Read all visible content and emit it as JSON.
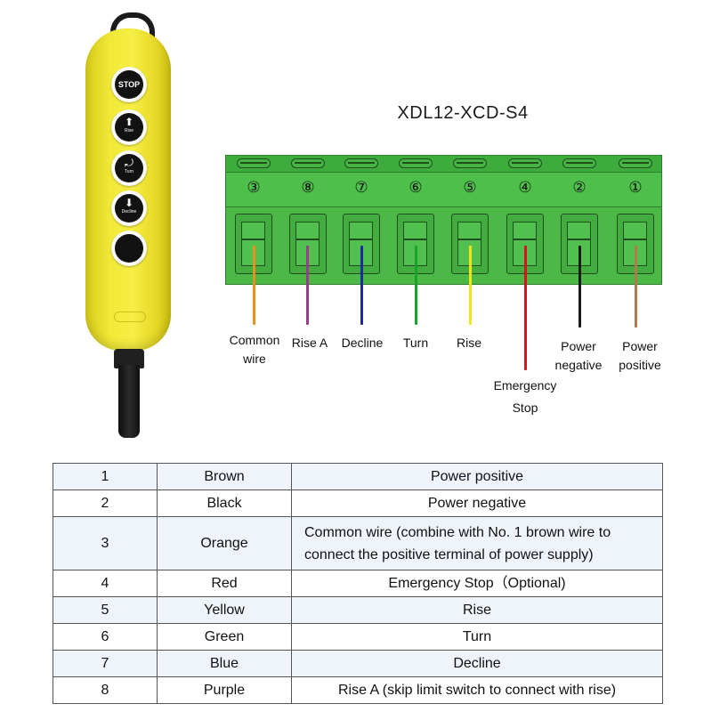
{
  "title": "XDL12-XCD-S4",
  "pendant": {
    "buttons": [
      {
        "name": "stop",
        "symbol": "",
        "label": "STOP"
      },
      {
        "name": "rise",
        "symbol": "⬆",
        "label": "Rise"
      },
      {
        "name": "turn",
        "symbol": "⤾",
        "label": "Turn"
      },
      {
        "name": "decline",
        "symbol": "⬇",
        "label": "Decline"
      },
      {
        "name": "blank",
        "symbol": "",
        "label": ""
      }
    ]
  },
  "terminals": [
    {
      "number": "③",
      "pin": 3,
      "label": "Common wire",
      "wire_color": "#e8921c"
    },
    {
      "number": "⑧",
      "pin": 8,
      "label": "Rise A",
      "wire_color": "#9b3c8a"
    },
    {
      "number": "⑦",
      "pin": 7,
      "label": "Decline",
      "wire_color": "#1d2d9a"
    },
    {
      "number": "⑥",
      "pin": 6,
      "label": "Turn",
      "wire_color": "#1aa32a"
    },
    {
      "number": "⑤",
      "pin": 5,
      "label": "Rise",
      "wire_color": "#f2e415"
    },
    {
      "number": "④",
      "pin": 4,
      "label": "Emergency Stop",
      "wire_color": "#d5141c"
    },
    {
      "number": "②",
      "pin": 2,
      "label": "Power negative",
      "wire_color": "#1a1a1a"
    },
    {
      "number": "①",
      "pin": 1,
      "label": "Power positive",
      "wire_color": "#b07a4a"
    }
  ],
  "wire_labels": {
    "common_1": "Common",
    "common_2": "wire",
    "rise_a": "Rise A",
    "decline": "Decline",
    "turn": "Turn",
    "rise": "Rise",
    "estop_1": "Emergency",
    "estop_2": "Stop",
    "pneg_1": "Power",
    "pneg_2": "negative",
    "ppos_1": "Power",
    "ppos_2": "positive"
  },
  "table": {
    "rows": [
      {
        "num": "1",
        "color": "Brown",
        "function": "Power positive"
      },
      {
        "num": "2",
        "color": "Black",
        "function": "Power negative"
      },
      {
        "num": "3",
        "color": "Orange",
        "function_1": "Common wire (combine with No. 1 brown wire to",
        "function_2": "connect the positive terminal of power supply)"
      },
      {
        "num": "4",
        "color": "Red",
        "function": "Emergency Stop（Optional)"
      },
      {
        "num": "5",
        "color": "Yellow",
        "function": "Rise"
      },
      {
        "num": "6",
        "color": "Green",
        "function": "Turn"
      },
      {
        "num": "7",
        "color": "Blue",
        "function": "Decline"
      },
      {
        "num": "8",
        "color": "Purple",
        "function": "Rise A (skip limit switch to connect with rise)"
      }
    ]
  }
}
